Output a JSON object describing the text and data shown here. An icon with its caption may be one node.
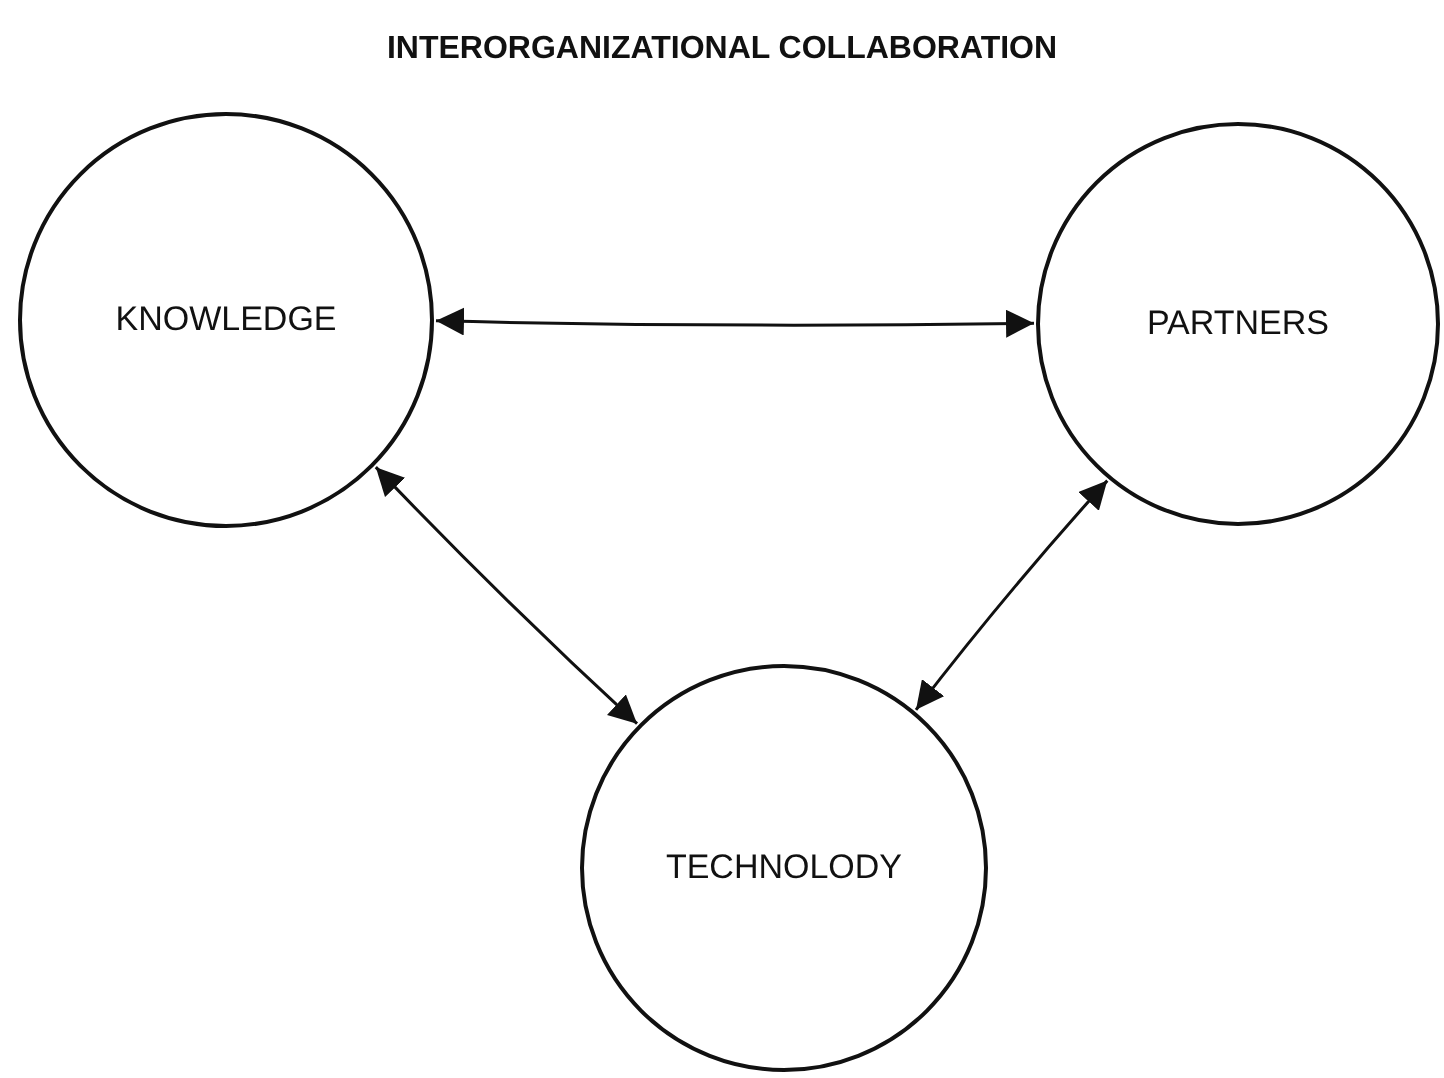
{
  "diagram": {
    "title": "INTERORGANIZATIONAL COLLABORATION",
    "nodes": [
      {
        "text": [
          "KNOWLEDGE"
        ]
      },
      {
        "text": [
          "PARTNERS"
        ]
      },
      {
        "text": [
          "TECHNOLODY"
        ]
      }
    ],
    "edges": [
      {
        "from": 0,
        "to": 1,
        "arrow": "both"
      },
      {
        "from": 0,
        "to": 2,
        "arrow": "both"
      },
      {
        "from": 1,
        "to": 2,
        "arrow": "both"
      }
    ]
  }
}
